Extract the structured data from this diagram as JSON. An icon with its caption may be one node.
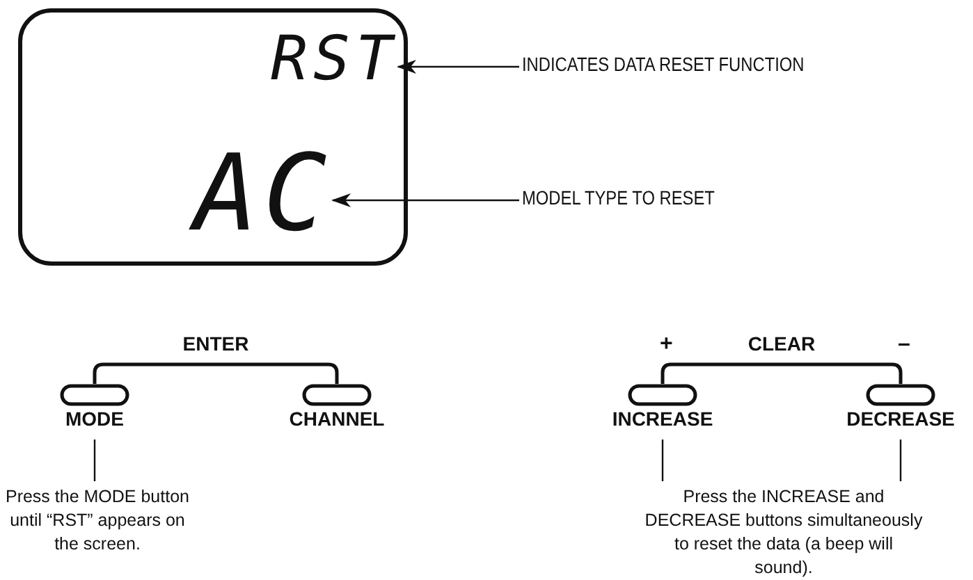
{
  "diagram": {
    "nodes": [
      {
        "text": [],
        "shape": "box"
      },
      {
        "text": [
          "RST"
        ],
        "in": 0
      },
      {
        "text": [
          "AC"
        ],
        "in": 0
      },
      {
        "text": [
          "INDICATES DATA RESET FUNCTION"
        ]
      },
      {
        "text": [
          "MODEL TYPE TO RESET"
        ]
      },
      {
        "text": [
          "MODE"
        ]
      },
      {
        "text": [
          "CHANNEL"
        ]
      },
      {
        "text": [
          "INCREASE"
        ],
        "beside": [
          "+"
        ]
      },
      {
        "text": [
          "DECREASE"
        ],
        "beside": [
          "–"
        ]
      },
      {
        "text": [
          "Press the MODE button until “RST” appears on the screen."
        ]
      },
      {
        "text": [
          "Press the INCREASE and DECREASE buttons simultaneously to reset the data (a beep will sound)."
        ]
      }
    ],
    "edges": [
      {
        "from": 3,
        "to": 1,
        "arrow": "to"
      },
      {
        "from": 4,
        "to": 2,
        "arrow": "to"
      },
      {
        "from": 5,
        "to": 6,
        "arrow": "none",
        "label": "ENTER"
      },
      {
        "from": 7,
        "to": 8,
        "arrow": "none",
        "label": "CLEAR"
      },
      {
        "from": 5,
        "to": 9,
        "arrow": "none"
      },
      {
        "from": 7,
        "to": 10,
        "arrow": "none"
      },
      {
        "from": 8,
        "to": 10,
        "arrow": "none"
      }
    ]
  }
}
